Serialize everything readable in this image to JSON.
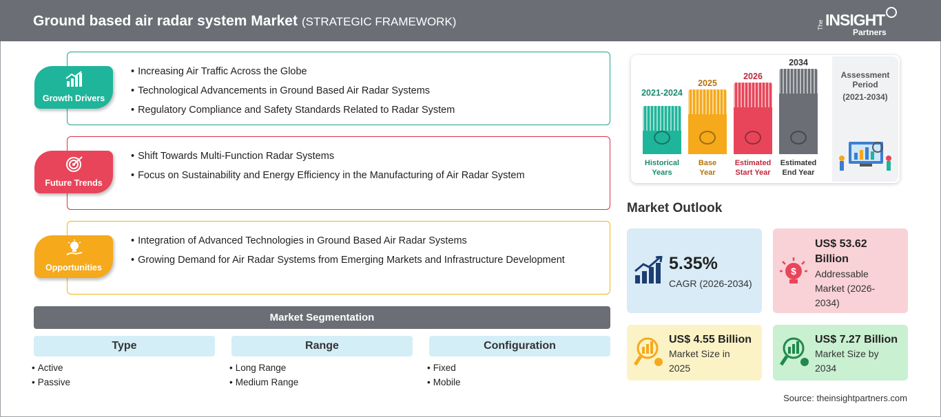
{
  "header": {
    "title": "Ground based air radar system Market",
    "subtitle": "(STRATEGIC FRAMEWORK)",
    "logo": {
      "the": "The",
      "insight": "INSIGHT",
      "partners": "Partners"
    }
  },
  "framework": {
    "growth": {
      "label": "Growth Drivers",
      "color": "#1fb59a",
      "items": [
        "Increasing Air Traffic Across the Globe",
        "Technological Advancements in Ground Based Air Radar Systems",
        "Regulatory Compliance and Safety Standards Related to Radar System"
      ]
    },
    "trends": {
      "label": "Future Trends",
      "color": "#e8455a",
      "items": [
        "Shift Towards Multi-Function Radar Systems",
        "Focus on Sustainability and Energy Efficiency in the Manufacturing of Air Radar System"
      ]
    },
    "opportunities": {
      "label": "Opportunities",
      "color": "#f5a91b",
      "items": [
        "Integration of Advanced Technologies in Ground Based Air Radar Systems",
        "Growing Demand for Air Radar Systems from Emerging Markets and Infrastructure Development"
      ]
    }
  },
  "segmentation": {
    "title": "Market Segmentation",
    "columns": [
      {
        "name": "Type",
        "items": [
          "Active",
          "Passive"
        ]
      },
      {
        "name": "Range",
        "items": [
          "Long Range",
          "Medium Range"
        ]
      },
      {
        "name": "Configuration",
        "items": [
          "Fixed",
          "Mobile"
        ]
      }
    ]
  },
  "timeline": {
    "bars": [
      {
        "year": "2021-2024",
        "label1": "Historical",
        "label2": "Years",
        "color": "#1fb59a",
        "year_color": "#1a8a6e"
      },
      {
        "year": "2025",
        "label1": "Base",
        "label2": "Year",
        "color": "#f5a91b",
        "year_color": "#b5740a"
      },
      {
        "year": "2026",
        "label1": "Estimated",
        "label2": "Start Year",
        "color": "#e8455a",
        "year_color": "#c0283b"
      },
      {
        "year": "2034",
        "label1": "Estimated",
        "label2": "End Year",
        "color": "#6b6f75",
        "year_color": "#333333"
      }
    ],
    "assessment_line1": "Assessment",
    "assessment_line2": "Period",
    "assessment_range": "(2021-2034)"
  },
  "outlook": {
    "title": "Market Outlook",
    "cagr": {
      "value": "5.35%",
      "desc": "CAGR (2026-2034)"
    },
    "addressable": {
      "value_line1": "US$ 53.62",
      "value_line2": "Billion",
      "desc_line1": "Addressable",
      "desc_line2": "Market (2026-",
      "desc_line3": "2034)"
    },
    "size_2025": {
      "value": "US$ 4.55 Billion",
      "desc_line1": "Market Size in",
      "desc_line2": "2025"
    },
    "size_2034": {
      "value": "US$ 7.27 Billion",
      "desc_line1": "Market Size by",
      "desc_line2": "2034"
    }
  },
  "source": "Source: theinsightpartners.com"
}
